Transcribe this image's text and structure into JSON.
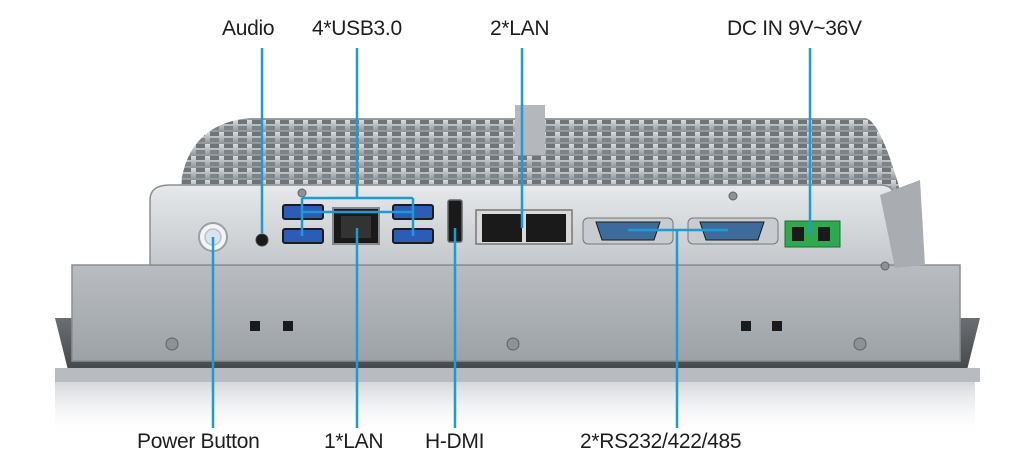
{
  "labels": {
    "audio": "Audio",
    "usb": "4*USB3.0",
    "lan2": "2*LAN",
    "dc_in": "DC IN 9V~36V",
    "power_button": "Power Button",
    "lan1": "1*LAN",
    "hdmi": "H-DMI",
    "serial": "2*RS232/422/485"
  },
  "colors": {
    "callout_line": "#1f9ad6",
    "chassis": "#9a9ea3",
    "io_panel": "#d3d6d9",
    "terminal_block": "#2fa84f"
  }
}
